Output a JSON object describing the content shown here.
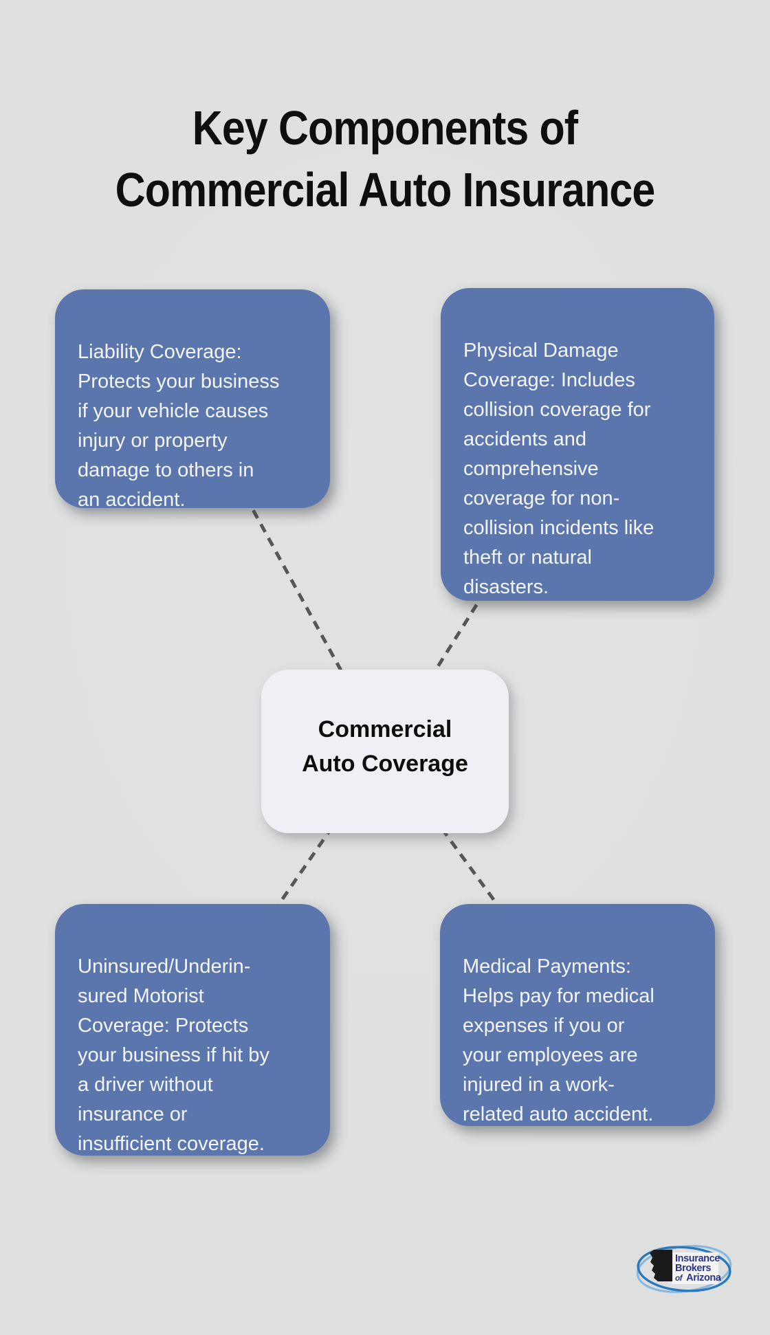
{
  "title": {
    "text": "Key Components of\nCommercial Auto Insurance"
  },
  "center_node": {
    "label": "Commercial\nAuto Coverage"
  },
  "cards": [
    {
      "id": "liability-coverage",
      "text": "Liability Coverage:\nProtects your business\nif your vehicle causes\ninjury or property\ndamage to others in\nan accident."
    },
    {
      "id": "physical-damage-coverage",
      "text": "Physical Damage\nCoverage: Includes\ncollision coverage for\naccidents and\ncomprehensive\ncoverage for non-\ncollision incidents like\ntheft or natural\ndisasters."
    },
    {
      "id": "uninsured-underinsured-motorist-coverage",
      "text": "Uninsured/Underin-\nsured Motorist\nCoverage: Protects\nyour business if hit by\na driver without\ninsurance or\ninsufficient coverage."
    },
    {
      "id": "medical-payments",
      "text": "Medical Payments:\nHelps pay for medical\nexpenses if you or\nyour employees are\ninjured in a work-\nrelated auto accident."
    }
  ],
  "logo": {
    "name": "Insurance Brokers of Arizona",
    "line1": "Insurance",
    "line2": "Brokers",
    "line3_word1": "of",
    "line3_word2": "Arizona"
  },
  "colors": {
    "canvas_bg": "#e0e1e1",
    "card_bg": "#5b76ad",
    "card_text": "#f3f5f9",
    "node_bg": "#eff0f3",
    "node_text": "#0d0d0d",
    "title_color": "#0e0e0e",
    "connector": "#575757",
    "logo_ring_dark": "#2a79bc",
    "logo_ring_light": "#88b8e0",
    "logo_text": "#2b3588"
  }
}
